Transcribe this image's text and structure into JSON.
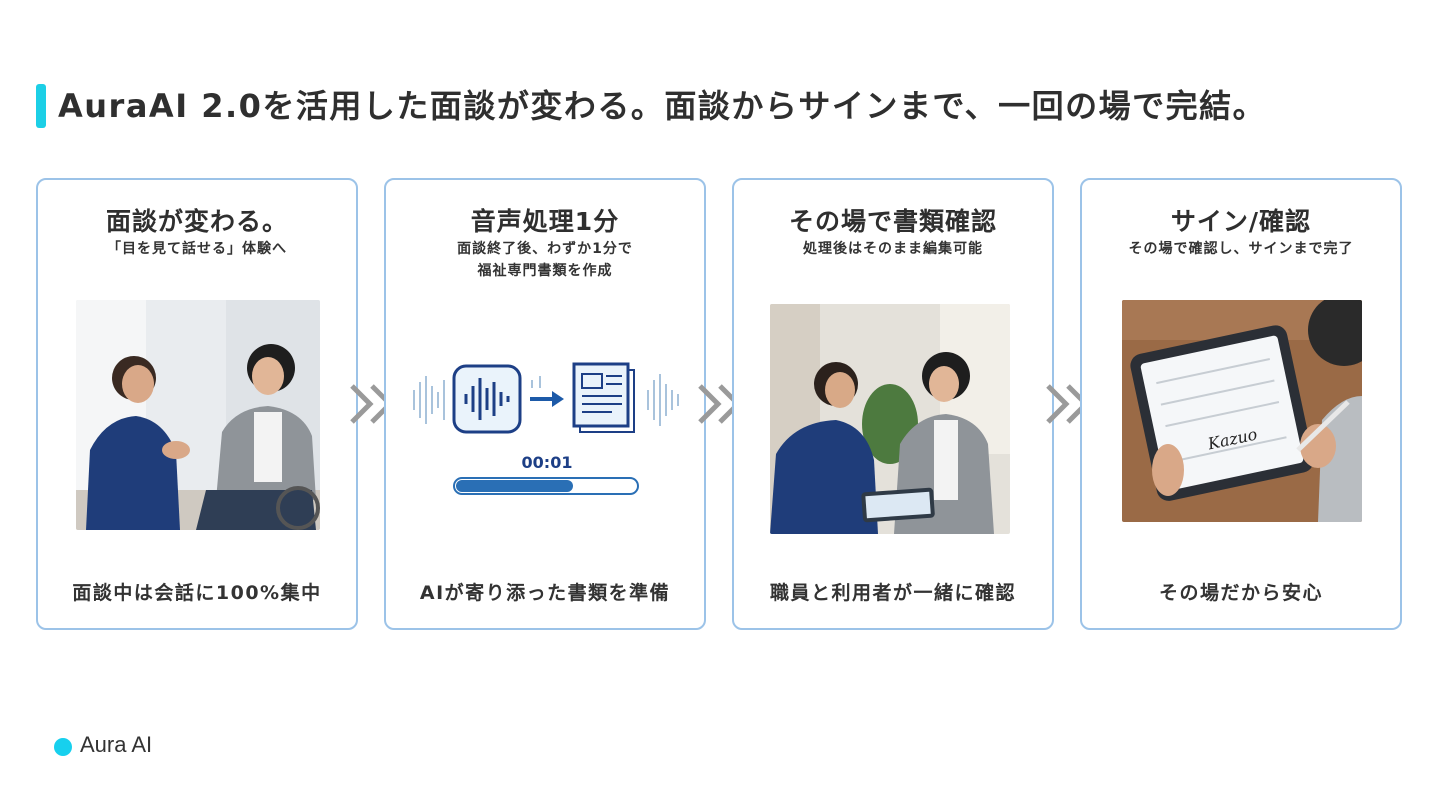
{
  "header": {
    "title": "AuraAI 2.0を活用した面談が変わる。面談からサインまで、一回の場で完結。"
  },
  "cards": [
    {
      "title": "面談が変わる。",
      "subtitle": "「目を見て話せる」体験へ",
      "footer": "面談中は会話に100%集中",
      "image": "counselor-talking-with-wheelchair-user-photo"
    },
    {
      "title": "音声処理1分",
      "subtitle": "面談終了後、わずか1分で\n福祉専門書類を作成",
      "footer": "AIが寄り添った書類を準備",
      "image": "audio-to-document-illustration",
      "timer": "00:01",
      "progress": 0.65
    },
    {
      "title": "その場で書類確認",
      "subtitle": "処理後はそのまま編集可能",
      "footer": "職員と利用者が一緒に確認",
      "image": "staff-and-user-reviewing-tablet-photo"
    },
    {
      "title": "サイン/確認",
      "subtitle": "その場で確認し、サインまで完了",
      "footer": "その場だから安心",
      "image": "tablet-signature-photo",
      "signature": "Kazuo"
    }
  ],
  "brand": {
    "name": "Aura AI",
    "accent": "#17d0ee"
  },
  "colors": {
    "card_border": "#9cc3e8",
    "chevron": "#9a9a9a",
    "navy": "#1d3f86",
    "blue": "#2a6fb5"
  }
}
